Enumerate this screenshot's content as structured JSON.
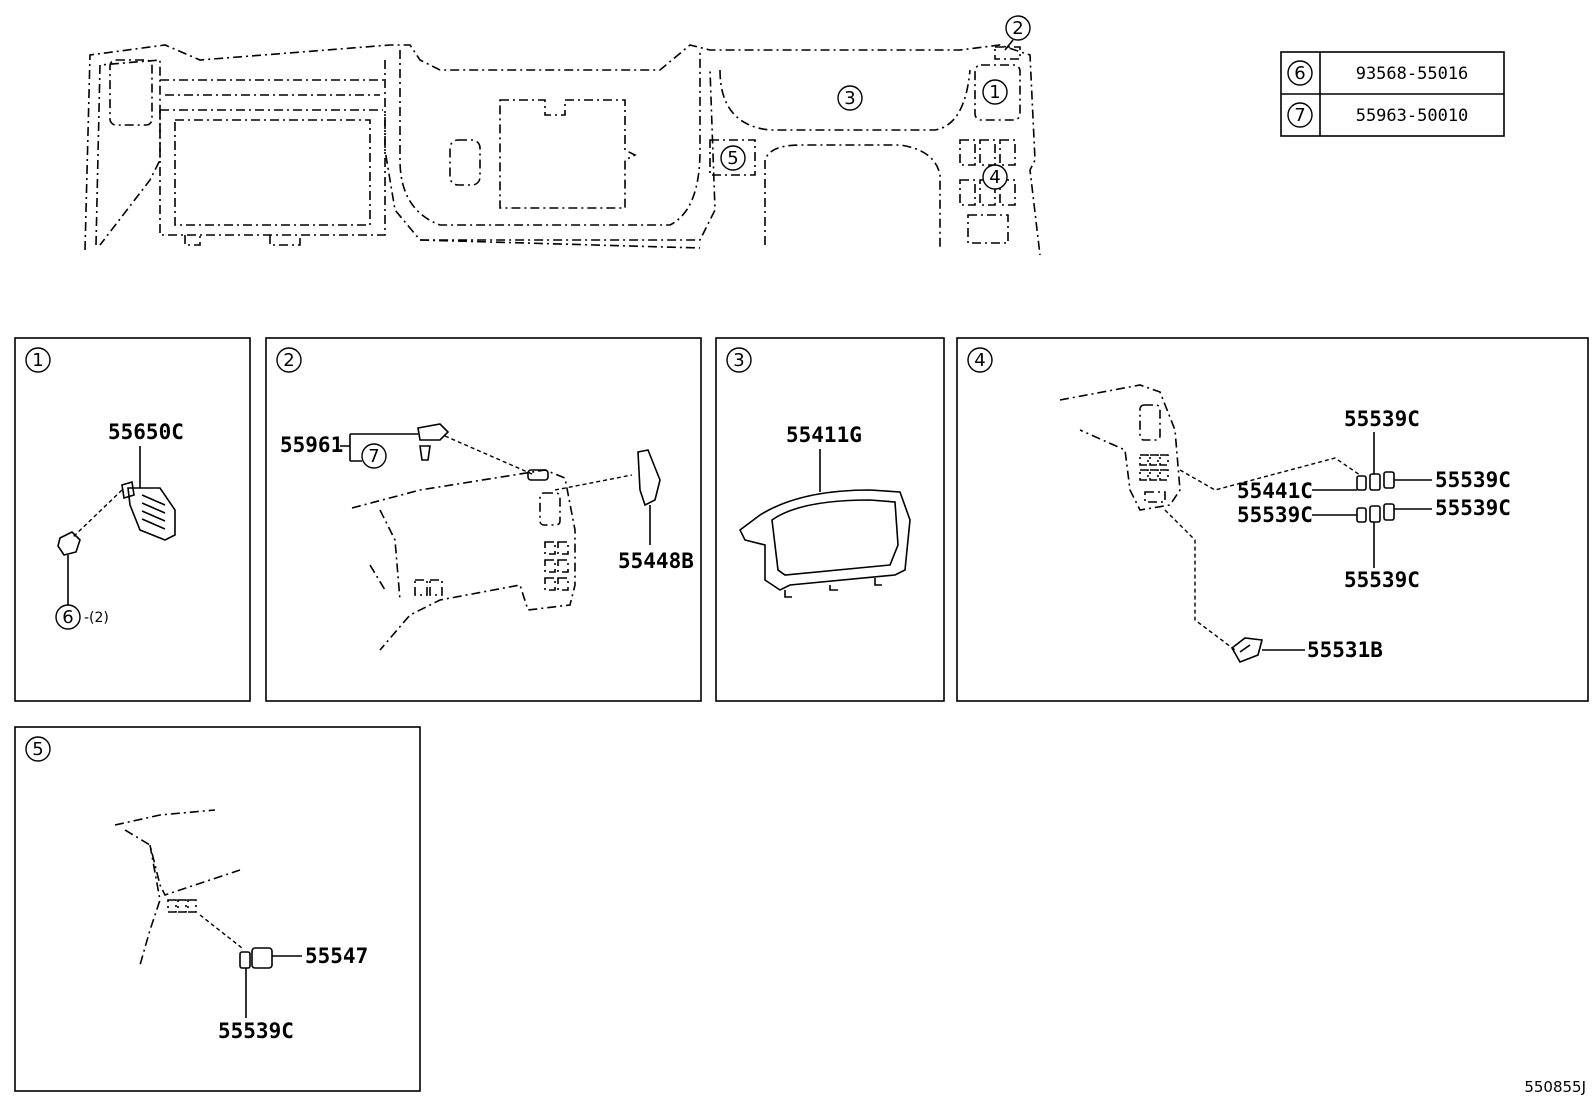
{
  "callouts": {
    "c1": "1",
    "c2": "2",
    "c3": "3",
    "c4": "4",
    "c5": "5",
    "c6": "6",
    "c7": "7"
  },
  "table": [
    {
      "ref": "6",
      "part": "93568-55016"
    },
    {
      "ref": "7",
      "part": "55963-50010"
    }
  ],
  "panel1": {
    "label": "1",
    "parts": {
      "p1": "55650C",
      "qty": "-(2)"
    }
  },
  "panel2": {
    "label": "2",
    "parts": {
      "p1": "55961",
      "p2": "55448B"
    }
  },
  "panel3": {
    "label": "3",
    "parts": {
      "p1": "55411G"
    }
  },
  "panel4": {
    "label": "4",
    "parts": {
      "p1": "55539C",
      "p2": "55441C",
      "p3": "55539C",
      "p4": "55539C",
      "p5": "55539C",
      "p6": "55539C",
      "p7": "55531B"
    }
  },
  "panel5": {
    "label": "5",
    "parts": {
      "p1": "55547",
      "p2": "55539C"
    }
  },
  "diagram_code": "550855J"
}
